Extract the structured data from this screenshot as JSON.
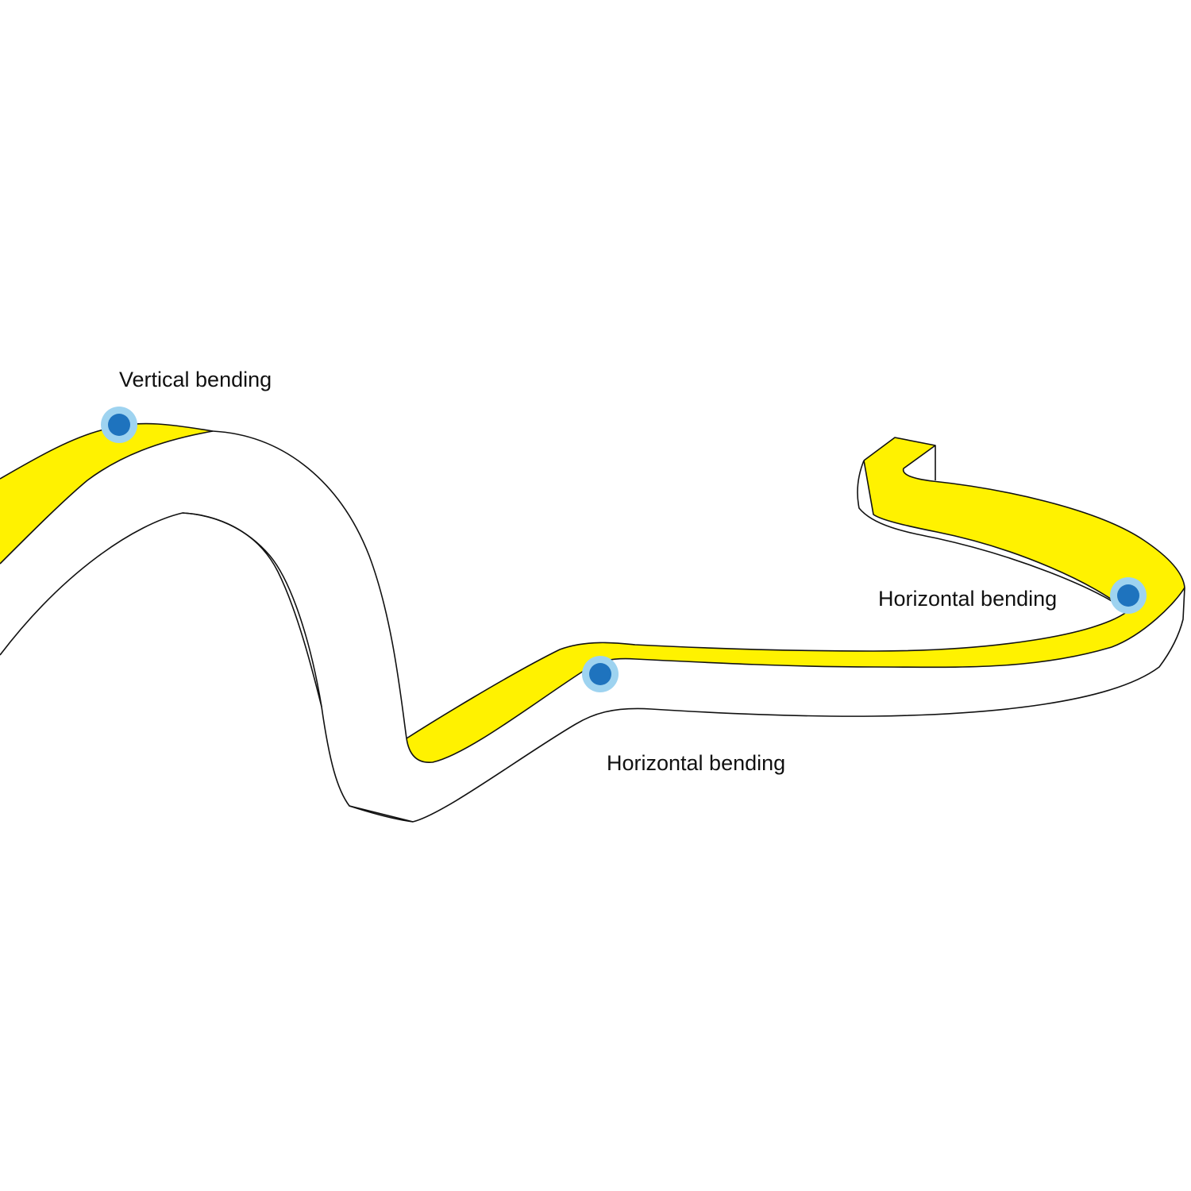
{
  "labels": {
    "vertical": "Vertical bending",
    "horizontal_middle": "Horizontal bending",
    "horizontal_right": "Horizontal bending"
  },
  "colors": {
    "strip_top": "#FFF200",
    "strip_side": "#FFFFFF",
    "outline": "#111111",
    "marker": "#1E73BE",
    "marker_glow": "#9ED3F0"
  }
}
